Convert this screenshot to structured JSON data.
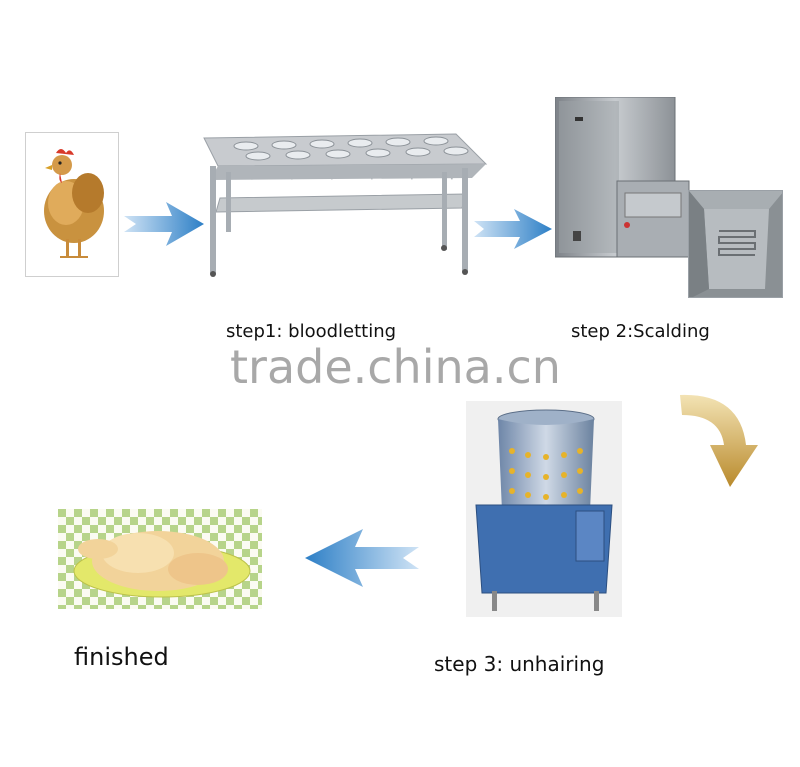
{
  "steps": {
    "step1": "step1: bloodletting",
    "step2": "step 2:Scalding",
    "step3": "step 3: unhairing",
    "finished": "finished"
  },
  "watermark": "trade.china.cn",
  "colors": {
    "arrow_blue": "#3a8ed0",
    "arrow_gold": "#c9a24a",
    "steel": "#b9bcc0",
    "machine_blue": "#3f6fb0"
  }
}
